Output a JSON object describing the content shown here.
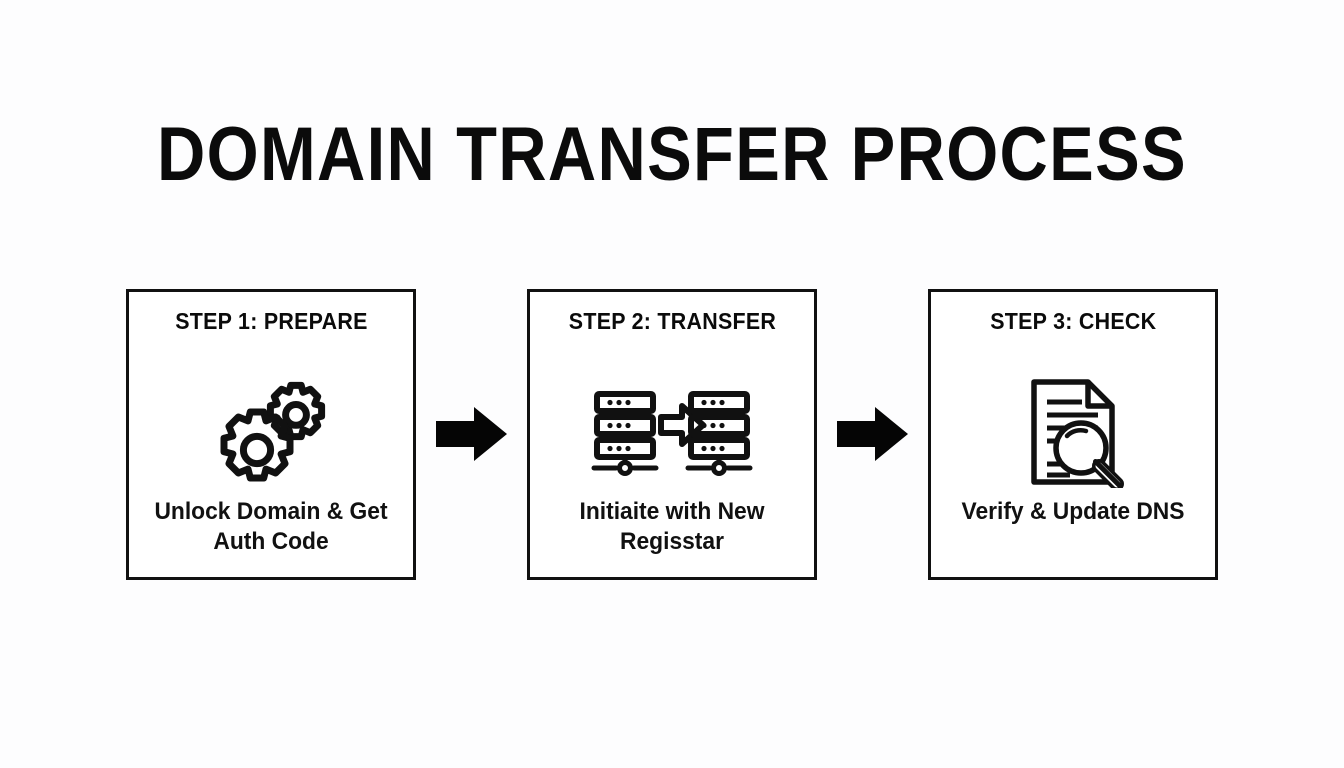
{
  "page": {
    "title": "DOMAIN TRANSFER PROCESS",
    "background_color": "#fdfdfe",
    "ink_color": "#111111"
  },
  "diagram": {
    "type": "process-flow",
    "orientation": "horizontal",
    "step_count": 3,
    "steps": [
      {
        "header": "STEP 1: PREPARE",
        "icon": "gears-icon",
        "caption": "Unlock Domain & Get\nAuth Code"
      },
      {
        "header": "STEP 2: TRANSFER",
        "icon": "server-transfer-icon",
        "caption": "Initiaite with New\nRegisstar"
      },
      {
        "header": "STEP 3: CHECK",
        "icon": "document-search-icon",
        "caption": "Verify & Update DNS"
      }
    ],
    "connectors": [
      {
        "icon": "arrow-right-icon"
      },
      {
        "icon": "arrow-right-icon"
      }
    ]
  }
}
